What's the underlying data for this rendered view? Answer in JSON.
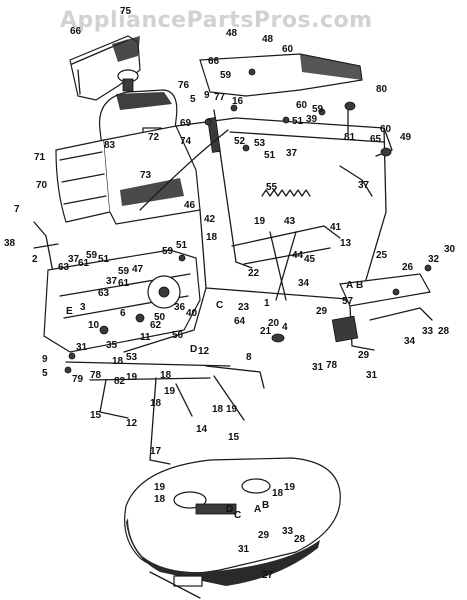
{
  "watermark": "AppliancePartsPros.com",
  "labels": {
    "l75": "75",
    "l66a": "66",
    "l48a": "48",
    "l48b": "48",
    "l60a": "60",
    "l66b": "66",
    "l59a": "59",
    "l76": "76",
    "l5a": "5",
    "l9a": "9",
    "l77": "77",
    "l16": "16",
    "l60b": "60",
    "l59b": "59",
    "l80": "80",
    "l51a": "51",
    "l39": "39",
    "l81": "81",
    "l65": "65",
    "l60c": "60",
    "l49": "49",
    "l69": "69",
    "l72": "72",
    "l83": "83",
    "l74": "74",
    "l52": "52",
    "l53a": "53",
    "l51b": "51",
    "l37a": "37",
    "l71": "71",
    "l70": "70",
    "l73": "73",
    "l55": "55",
    "l37b": "37",
    "l46": "46",
    "l7": "7",
    "l42": "42",
    "l19a": "19",
    "l18a": "18",
    "l43": "43",
    "l41": "41",
    "l13": "13",
    "l38": "38",
    "l2": "2",
    "l37c": "37",
    "l61a": "61",
    "l59c": "59",
    "l51c": "51",
    "l63a": "63",
    "l59d": "59",
    "l51d": "51",
    "l59e": "59",
    "l47": "47",
    "l44": "44",
    "l45": "45",
    "l22": "22",
    "l25": "25",
    "l26": "26",
    "l32": "32",
    "l30": "30",
    "l37d": "37",
    "l61b": "61",
    "l63b": "63",
    "l34a": "34",
    "l3": "3",
    "l36": "36",
    "l40": "40",
    "l23": "23",
    "l1": "1",
    "l6": "6",
    "l62": "62",
    "l56": "56",
    "l64": "64",
    "l20": "20",
    "l21": "21",
    "l4": "4",
    "l10": "10",
    "l29a": "29",
    "l57": "57",
    "l33a": "33",
    "l28a": "28",
    "l34b": "34",
    "l11": "11",
    "l50": "50",
    "l31a": "31",
    "l35": "35",
    "l53b": "53",
    "l8": "8",
    "l12a": "12",
    "l9b": "9",
    "l5b": "5",
    "l79": "79",
    "l78a": "78",
    "l82": "82",
    "l19b": "19",
    "l18b": "18",
    "l15a": "15",
    "l18c": "18",
    "l31b": "31",
    "l78b": "78",
    "l29b": "29",
    "l31c": "31",
    "l19c": "19",
    "l18d": "18",
    "l12b": "12",
    "l14": "14",
    "l18e": "18",
    "l19d": "19",
    "l15b": "15",
    "l17": "17",
    "l19e": "19",
    "l18f": "18",
    "l19f": "19",
    "l18g": "18",
    "l33b": "33",
    "l29c": "29",
    "l28b": "28",
    "l31d": "31",
    "l27": "27"
  },
  "letter_marks": {
    "mA1": "A",
    "mB1": "B",
    "mC1": "C",
    "mD1": "D",
    "mE1": "E",
    "mA2": "A",
    "mB2": "B",
    "mC2": "C",
    "mD2": "D"
  }
}
